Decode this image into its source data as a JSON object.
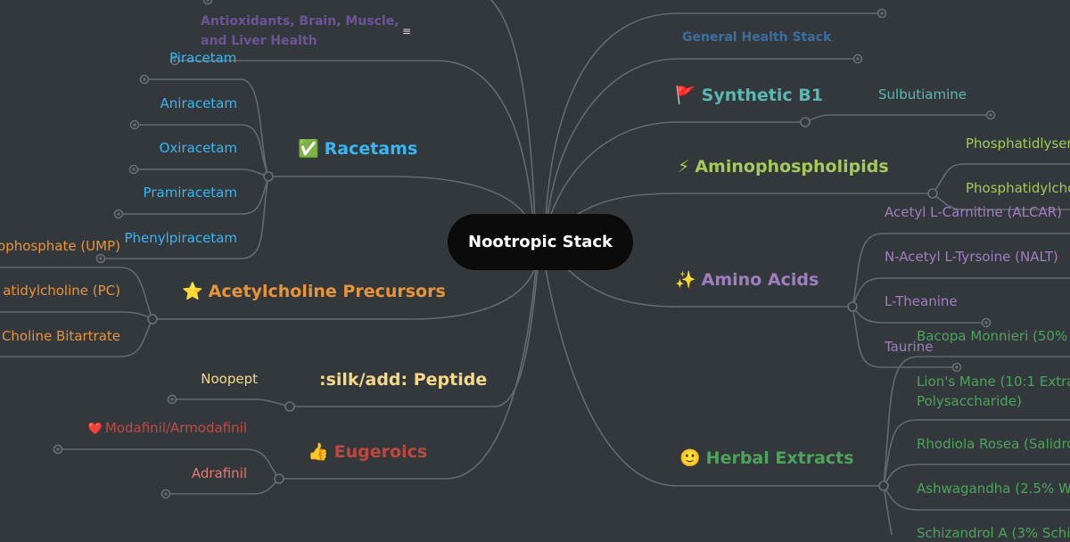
{
  "root": {
    "title": "Nootropic Stack"
  },
  "colors": {
    "background": "#33383d",
    "line": "#6b6f73",
    "racetams": "#38b6f0",
    "acetylcholine": "#e8943a",
    "peptide": "#f5d98a",
    "eugeroics": "#c0463e",
    "general": "#3d6e9e",
    "synthetic": "#5bb8b0",
    "aminophos": "#a6c95a",
    "amino": "#a07fc0",
    "herbal": "#4da35a",
    "antioxidants": "#6d5499"
  },
  "left": {
    "antioxidants": {
      "label": "Antioxidants, Brain, Muscle,",
      "label2": "and Liver Health",
      "icon": "notes-icon"
    },
    "piracetam": "Piracetam",
    "racetams": {
      "icon": "✅",
      "label": "Racetams",
      "children": [
        "Aniracetam",
        "Oxiracetam",
        "Pramiracetam",
        "Phenylpiracetam"
      ]
    },
    "acetylcholine": {
      "icon": "⭐",
      "label": "Acetylcholine Precursors",
      "children": [
        "ophosphate (UMP)",
        "atidylcholine (PC)",
        "Choline Bitartrate"
      ]
    },
    "peptide": {
      "label": ":silk/add: Peptide",
      "children": [
        "Noopept"
      ]
    },
    "eugeroics": {
      "icon": "👍",
      "label": "Eugeroics",
      "children": [
        {
          "icon": "❤️",
          "label": "Modafinil/Armodafinil"
        },
        {
          "label": "Adrafinil"
        }
      ]
    }
  },
  "right": {
    "general": {
      "label": "General Health Stack"
    },
    "synthetic": {
      "icon": "🚩",
      "label": "Synthetic B1",
      "children": [
        "Sulbutiamine"
      ]
    },
    "aminophos": {
      "icon": "⚡",
      "label": "Aminophospholipids",
      "children": [
        "Phosphatidlyser",
        "Phosphatidylcho"
      ]
    },
    "amino": {
      "icon": "✨",
      "label": "Amino Acids",
      "children": [
        "Acetyl L-Carnitine (ALCAR)",
        "N-Acetyl L-Tyrsoine (NALT)",
        "L-Theanine",
        "Taurine"
      ]
    },
    "herbal": {
      "icon": "🙂",
      "label": "Herbal Extracts",
      "children": [
        "Bacopa Monnieri (50%",
        "Lion's Mane (10:1 Extrac",
        "Polysaccharide)",
        "Rhodiola Rosea (Salidro",
        "Ashwagandha (2.5% W",
        "Schizandrol A (3% Schi"
      ]
    }
  }
}
